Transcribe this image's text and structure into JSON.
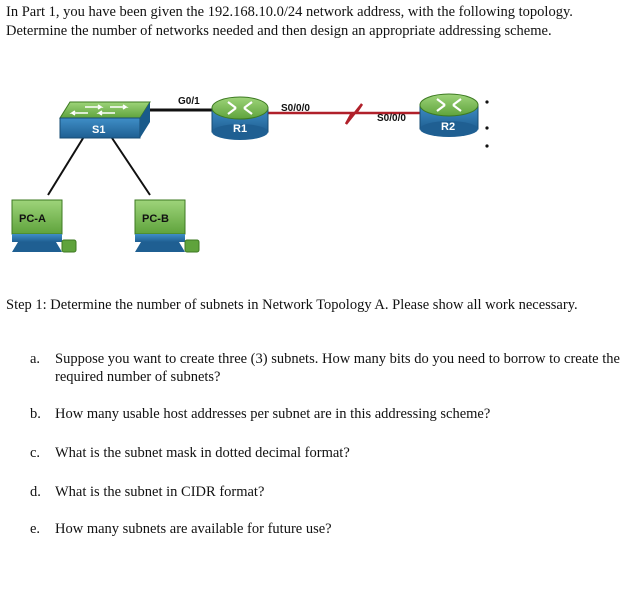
{
  "intro": "In Part 1, you have been given the 192.168.10.0/24 network address, with the following topology.  Determine the number of networks needed and then design an appropriate addressing scheme.",
  "topology": {
    "devices": {
      "s1": "S1",
      "r1": "R1",
      "r2": "R2",
      "pca": "PC-A",
      "pcb": "PC-B"
    },
    "interfaces": {
      "s1_g01": "G0/1",
      "r1_s000": "S0/0/0",
      "r2_s000": "S0/0/0"
    },
    "colors": {
      "device_green": "#5fa33c",
      "device_blue": "#1f6fa8",
      "serial_link": "#b0202a",
      "ethernet_link": "#111111"
    },
    "icons": [
      "switch-icon",
      "router-icon",
      "pc-icon",
      "serial-link-icon"
    ]
  },
  "step1": "Step 1: Determine the number of subnets in Network Topology A.  Please show all work necessary.",
  "questions": [
    {
      "letter": "a.",
      "text": "Suppose you want to create three (3) subnets.  How many bits do you need to borrow to create the required number of subnets?"
    },
    {
      "letter": "b.",
      "text": "How many usable host addresses per subnet are in this addressing scheme?"
    },
    {
      "letter": "c.",
      "text": "What is the subnet mask in dotted decimal format?"
    },
    {
      "letter": "d.",
      "text": "What is the subnet in CIDR format?"
    },
    {
      "letter": "e.",
      "text": "How many subnets are available for future use?"
    }
  ]
}
